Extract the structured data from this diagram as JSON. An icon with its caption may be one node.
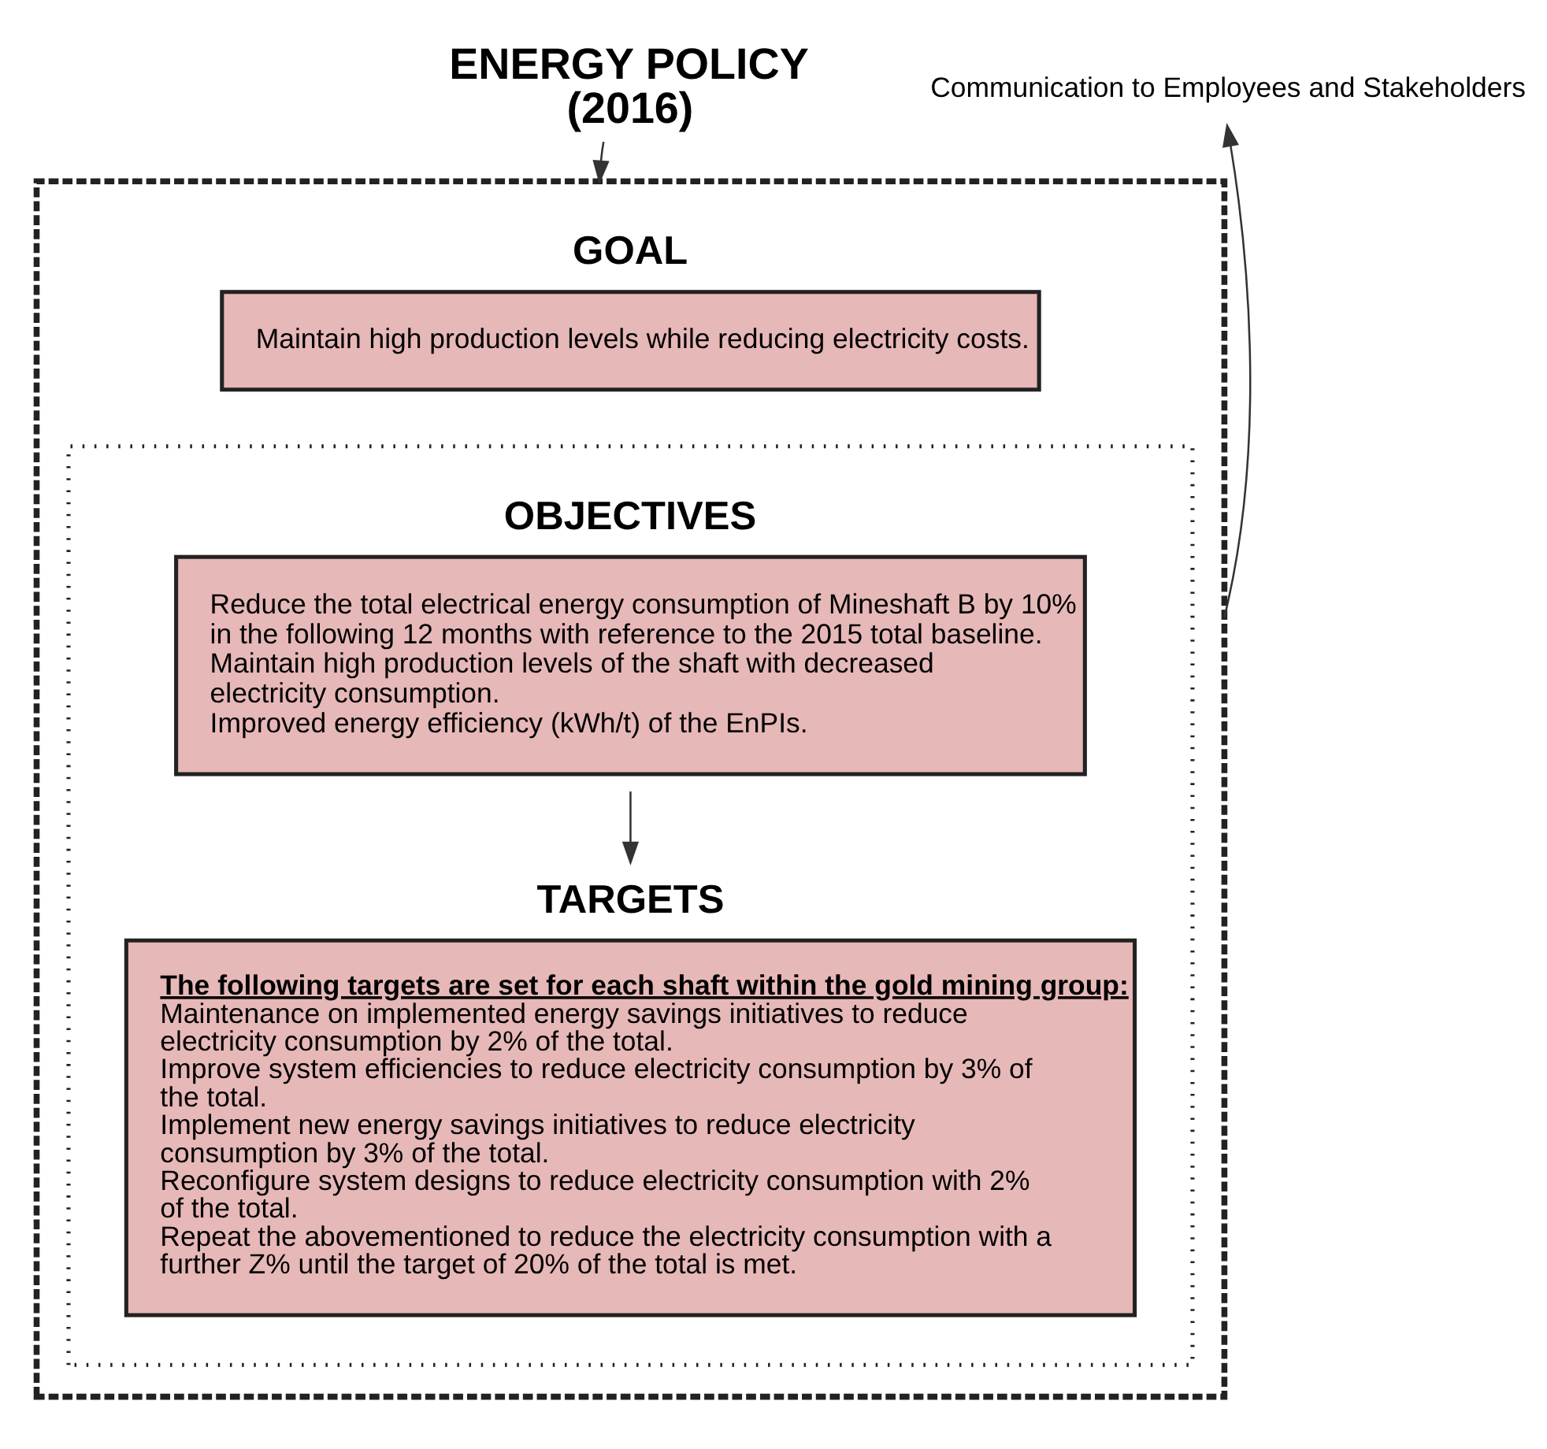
{
  "diagram": {
    "nodes": [
      {
        "text": [
          "ENERGY POLICY (2016)"
        ]
      },
      {
        "text": [],
        "shape": "box"
      },
      {
        "text": [
          "GOAL",
          "Maintain high production levels while reducing electricity costs."
        ],
        "in": 1
      },
      {
        "text": [],
        "shape": "box",
        "in": 1
      },
      {
        "text": [
          "OBJECTIVES",
          "Reduce the total electrical energy consumption of Mineshaft B by 10% in the following 12 months with reference to the 2015 total baseline.",
          "Maintain high production levels of the shaft with decreased electricity consumption.",
          "Improved energy efficiency (kWh/t) of the EnPIs."
        ],
        "in": 3
      },
      {
        "text": [
          "TARGETS",
          "The following targets are set for each shaft within the gold mining group:",
          "Maintenance on implemented energy savings initiatives to reduce electricity consumption by 2% of the total.",
          "Improve system efficiencies to reduce electricity consumption by 3% of the total.",
          "Implement new energy savings initiatives to reduce electricity consumption by 3% of the total.",
          "Reconfigure system designs to reduce electricity consumption with 2% of the total.",
          "Repeat the abovementioned to reduce the electricity consumption with a further Z% until the target of 20% of the total is met."
        ],
        "in": 3
      },
      {
        "text": [
          "Communication to Employees and Stakeholders"
        ]
      }
    ],
    "edges": [
      {
        "from": 0,
        "to": 1,
        "arrow": "to"
      },
      {
        "from": 4,
        "to": 5,
        "arrow": "to"
      },
      {
        "from": 1,
        "to": 6,
        "arrow": "to"
      }
    ]
  }
}
